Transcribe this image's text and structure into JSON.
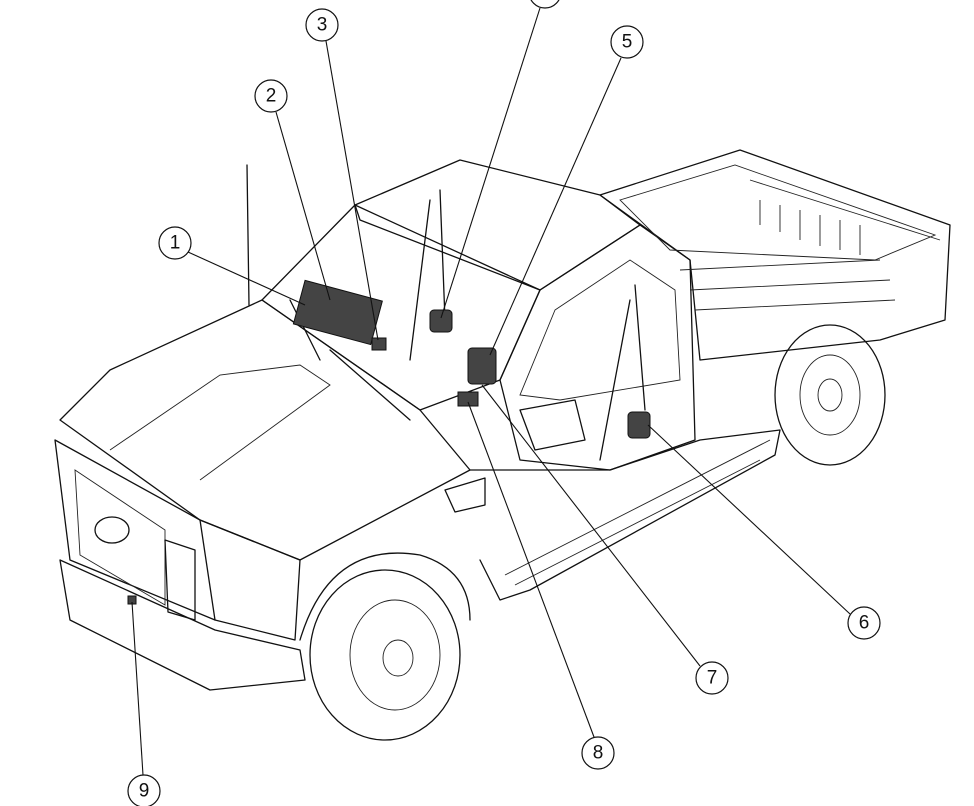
{
  "diagram": {
    "subject": "pickup-truck",
    "callouts": [
      {
        "label": "1"
      },
      {
        "label": "2"
      },
      {
        "label": "3"
      },
      {
        "label": ""
      },
      {
        "label": "5"
      },
      {
        "label": "6"
      },
      {
        "label": "7"
      },
      {
        "label": "8"
      },
      {
        "label": "9"
      }
    ]
  }
}
